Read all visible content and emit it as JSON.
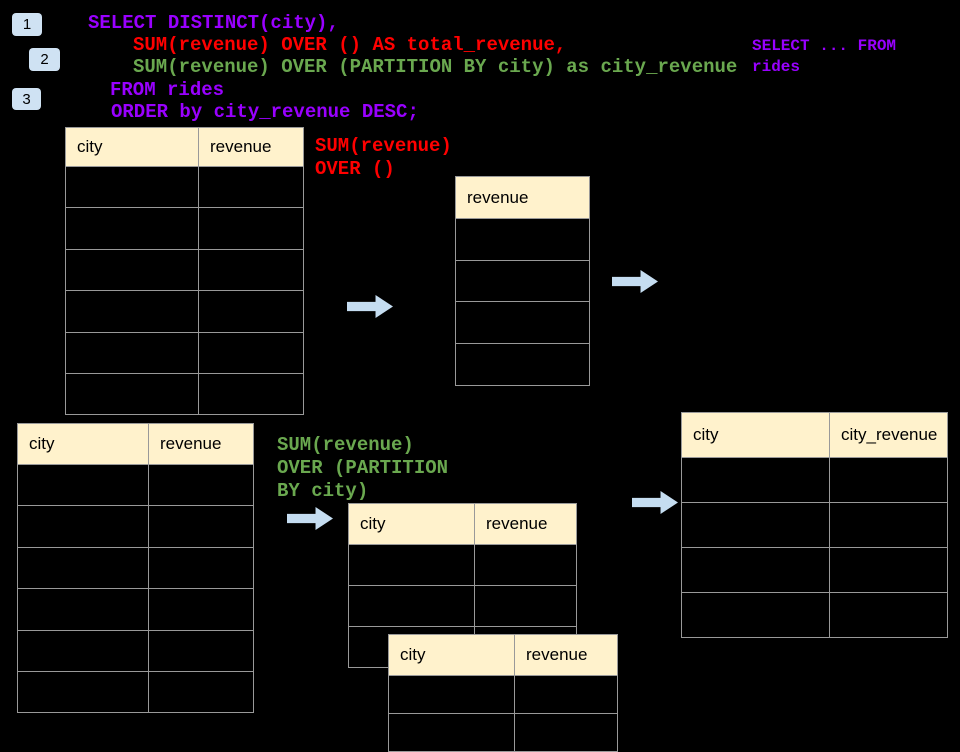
{
  "colors": {
    "background": "#000000",
    "keyword_purple": "#9900ff",
    "total_red": "#ff0000",
    "partition_green": "#6aa84f",
    "header_fill": "#fff2cc",
    "table_border": "#999999",
    "arrow_fill": "#c5ddf1",
    "badge_fill": "#cfe2f3"
  },
  "badges": [
    {
      "label": "1"
    },
    {
      "label": "2"
    },
    {
      "label": "3"
    }
  ],
  "code": {
    "lines": [
      {
        "text": "SELECT DISTINCT(city),",
        "color": "#9900ff"
      },
      {
        "text": "SUM(revenue) OVER () AS total_revenue,",
        "color": "#ff0000"
      },
      {
        "text": "SUM(revenue) OVER (PARTITION BY city) as city_revenue",
        "color": "#6aa84f"
      },
      {
        "text": "FROM rides",
        "color": "#9900ff"
      },
      {
        "text": "ORDER by city_revenue DESC;",
        "color": "#9900ff"
      }
    ]
  },
  "side_note": {
    "text": "SELECT ... FROM\nrides",
    "color": "#9900ff"
  },
  "annotations": {
    "total": {
      "text": "SUM(revenue)\nOVER ()",
      "color": "#ff0000"
    },
    "partition": {
      "text": "SUM(revenue)\nOVER (PARTITION\nBY city)",
      "color": "#6aa84f"
    }
  },
  "tables": {
    "source_top": {
      "headers": [
        "city",
        "revenue"
      ],
      "empty_rows": 6
    },
    "total_result": {
      "headers": [
        "revenue"
      ],
      "empty_rows": 4
    },
    "source_bottom": {
      "headers": [
        "city",
        "revenue"
      ],
      "empty_rows": 6
    },
    "partition_mid": {
      "headers": [
        "city",
        "revenue"
      ],
      "empty_rows": 3
    },
    "partition_overlay": {
      "headers": [
        "city",
        "revenue"
      ],
      "empty_rows": 2
    },
    "final_result": {
      "headers": [
        "city",
        "city_revenue"
      ],
      "empty_rows": 4
    }
  }
}
